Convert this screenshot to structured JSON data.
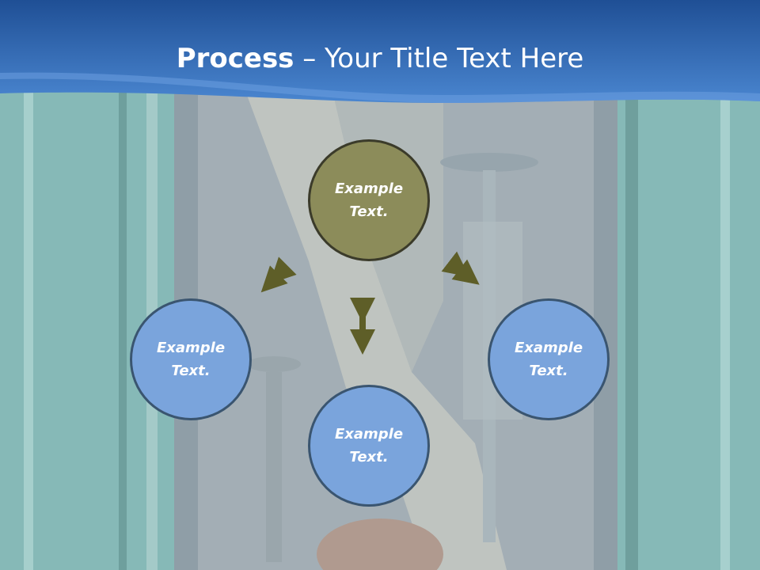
{
  "title": {
    "bold": "Process",
    "rest": " – Your Title Text Here"
  },
  "nodes": {
    "top": "Example Text.",
    "left": "Example Text.",
    "right": "Example Text.",
    "bottom": "Example Text."
  },
  "colors": {
    "header": "#3b70b8",
    "center_fill": "#8c8c5a",
    "node_fill": "#7aa4dc",
    "arrow": "#5e5e28"
  }
}
